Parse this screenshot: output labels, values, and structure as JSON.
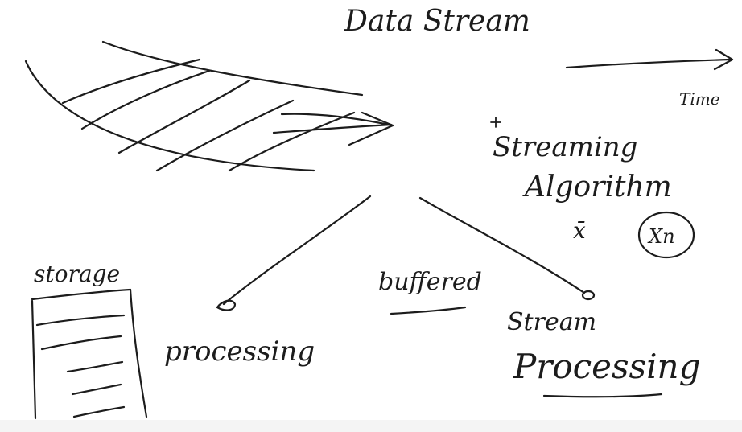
{
  "diagram": {
    "title": "Data Stream",
    "time_label": "Time",
    "streaming_algorithm": {
      "line1": "Streaming",
      "line2": "Algorithm",
      "xbar": "x̄",
      "xn": "Xn"
    },
    "storage_label": "storage",
    "processing_label": "processing",
    "buffered_label": "buffered",
    "stream_processing": {
      "line1": "Stream",
      "line2": "Processing"
    }
  },
  "colors": {
    "ink": "#1c1c1c",
    "background": "#ffffff"
  }
}
